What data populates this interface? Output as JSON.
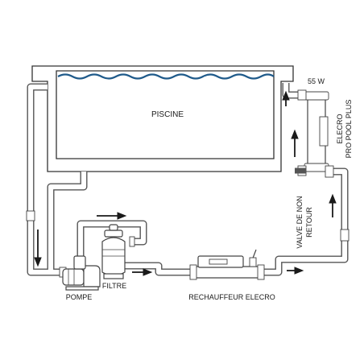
{
  "labels": {
    "pool": "PISCINE",
    "power": "55 W",
    "electro_line1": "ELECRO",
    "electro_line2": "PRO POOL PLUS",
    "check_valve_line1": "VALVE DE NON",
    "check_valve_line2": "RETOUR",
    "pump": "POMPE",
    "filter": "FILTRE",
    "heater": "RECHAUFFEUR ELECRO"
  },
  "flow_arrows": [
    "up-right",
    "up-left",
    "down-left",
    "right-top",
    "right-filter",
    "right-heater",
    "up-valve"
  ],
  "colors": {
    "water": "#1f5a8a",
    "line": "#333333"
  }
}
